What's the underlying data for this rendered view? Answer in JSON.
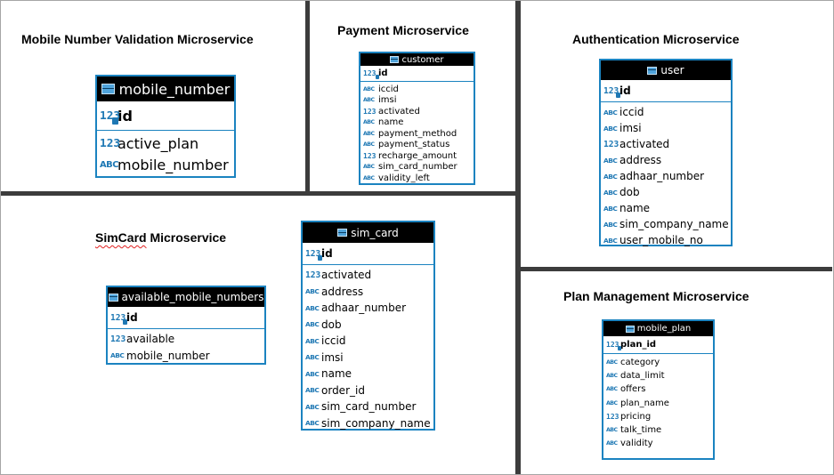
{
  "colors": {
    "table_border": "#1b83c0",
    "header_bg": "#000000",
    "type_icon": "#1e78b4",
    "divider": "#3c3c3c"
  },
  "sections": {
    "mobile_number_validation": "Mobile Number Validation Microservice",
    "payment": "Payment Microservice",
    "authentication": "Authentication Microservice",
    "simcard_word": "SimCard",
    "simcard_rest": " Microservice",
    "plan_management": "Plan Management Microservice"
  },
  "tables": {
    "mobile_number": {
      "name": "mobile_number",
      "pk": {
        "name": "id",
        "type": "123"
      },
      "columns": [
        {
          "name": "active_plan",
          "type": "123"
        },
        {
          "name": "mobile_number",
          "type": "ABC"
        }
      ]
    },
    "customer": {
      "name": "customer",
      "pk": {
        "name": "id",
        "type": "123"
      },
      "columns": [
        {
          "name": "iccid",
          "type": "ABC"
        },
        {
          "name": "imsi",
          "type": "ABC"
        },
        {
          "name": "activated",
          "type": "123"
        },
        {
          "name": "name",
          "type": "ABC"
        },
        {
          "name": "payment_method",
          "type": "ABC"
        },
        {
          "name": "payment_status",
          "type": "ABC"
        },
        {
          "name": "recharge_amount",
          "type": "123"
        },
        {
          "name": "sim_card_number",
          "type": "ABC"
        },
        {
          "name": "validity_left",
          "type": "ABC"
        }
      ]
    },
    "user": {
      "name": "user",
      "pk": {
        "name": "id",
        "type": "123"
      },
      "columns": [
        {
          "name": "iccid",
          "type": "ABC"
        },
        {
          "name": "imsi",
          "type": "ABC"
        },
        {
          "name": "activated",
          "type": "123"
        },
        {
          "name": "address",
          "type": "ABC"
        },
        {
          "name": "adhaar_number",
          "type": "ABC"
        },
        {
          "name": "dob",
          "type": "ABC"
        },
        {
          "name": "name",
          "type": "ABC"
        },
        {
          "name": "sim_company_name",
          "type": "ABC"
        },
        {
          "name": "user_mobile_no",
          "type": "ABC"
        }
      ]
    },
    "available_mobile_numbers": {
      "name": "available_mobile_numbers",
      "pk": {
        "name": "id",
        "type": "123"
      },
      "columns": [
        {
          "name": "available",
          "type": "123"
        },
        {
          "name": "mobile_number",
          "type": "ABC"
        }
      ]
    },
    "sim_card": {
      "name": "sim_card",
      "pk": {
        "name": "id",
        "type": "123"
      },
      "columns": [
        {
          "name": "activated",
          "type": "123"
        },
        {
          "name": "address",
          "type": "ABC"
        },
        {
          "name": "adhaar_number",
          "type": "ABC"
        },
        {
          "name": "dob",
          "type": "ABC"
        },
        {
          "name": "iccid",
          "type": "ABC"
        },
        {
          "name": "imsi",
          "type": "ABC"
        },
        {
          "name": "name",
          "type": "ABC"
        },
        {
          "name": "order_id",
          "type": "ABC"
        },
        {
          "name": "sim_card_number",
          "type": "ABC"
        },
        {
          "name": "sim_company_name",
          "type": "ABC"
        }
      ]
    },
    "mobile_plan": {
      "name": "mobile_plan",
      "pk": {
        "name": "plan_id",
        "type": "123"
      },
      "columns": [
        {
          "name": "category",
          "type": "ABC"
        },
        {
          "name": "data_limit",
          "type": "ABC"
        },
        {
          "name": "offers",
          "type": "ABC"
        },
        {
          "name": "plan_name",
          "type": "ABC"
        },
        {
          "name": "pricing",
          "type": "123"
        },
        {
          "name": "talk_time",
          "type": "ABC"
        },
        {
          "name": "validity",
          "type": "ABC"
        }
      ]
    }
  }
}
